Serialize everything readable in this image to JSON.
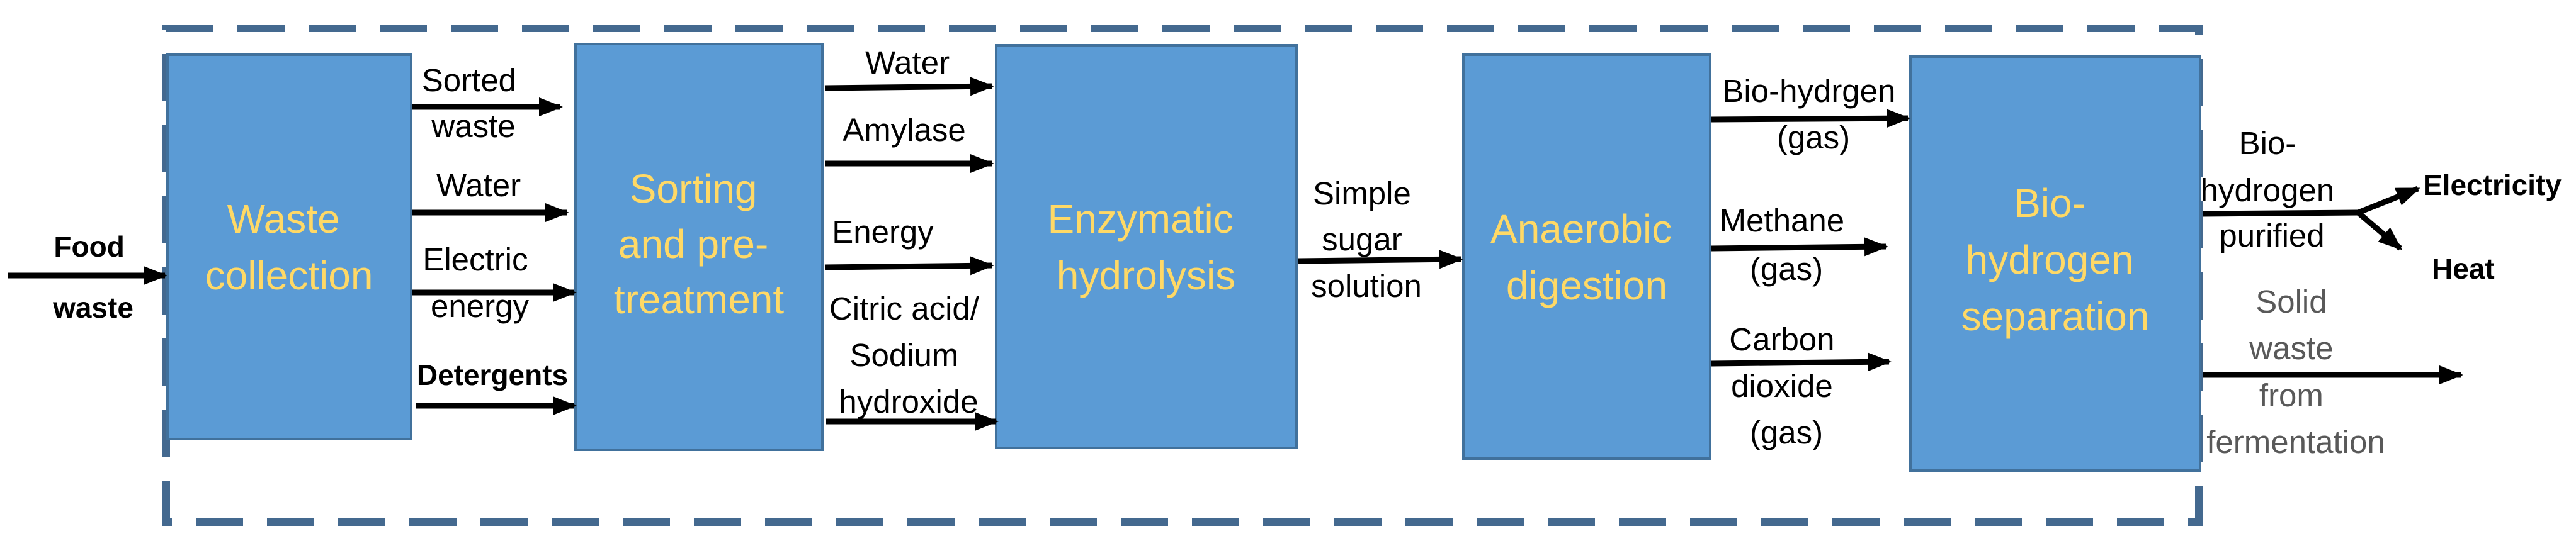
{
  "input": {
    "line1": "Food",
    "line2": "waste"
  },
  "boxes": {
    "waste_collection": [
      "Waste",
      "collection"
    ],
    "sorting": [
      "Sorting",
      "and pre-",
      "treatment"
    ],
    "enzymatic": [
      "Enzymatic",
      "hydrolysis"
    ],
    "anaerobic": [
      "Anaerobic",
      "digestion"
    ],
    "separation": [
      "Bio-",
      "hydrogen",
      "separation"
    ]
  },
  "flows": {
    "sorted_waste": [
      "Sorted",
      "waste"
    ],
    "water_1": "Water",
    "electric_energy": [
      "Electric",
      "energy"
    ],
    "detergents": "Detergents",
    "water_2": "Water",
    "amylase": "Amylase",
    "energy": "Energy",
    "citric_acid": [
      "Citric acid/",
      "Sodium",
      "hydroxide"
    ],
    "simple_sugar": [
      "Simple",
      "sugar",
      "solution"
    ],
    "bio_hydrogen_gas": [
      "Bio-hydrgen",
      "(gas)"
    ],
    "methane": [
      "Methane",
      "(gas)"
    ],
    "carbon_dioxide": [
      "Carbon",
      "dioxide",
      "(gas)"
    ],
    "bio_hydrogen_purified": [
      "Bio-",
      "hydrogen",
      "purified"
    ],
    "solid_waste": [
      "Solid",
      "waste",
      "from",
      "fermentation"
    ]
  },
  "outputs": {
    "electricity": "Electricity",
    "heat": "Heat"
  },
  "colors": {
    "box_fill": "#5b9bd5",
    "box_text": "#ffd966",
    "frame": "#44698f"
  }
}
